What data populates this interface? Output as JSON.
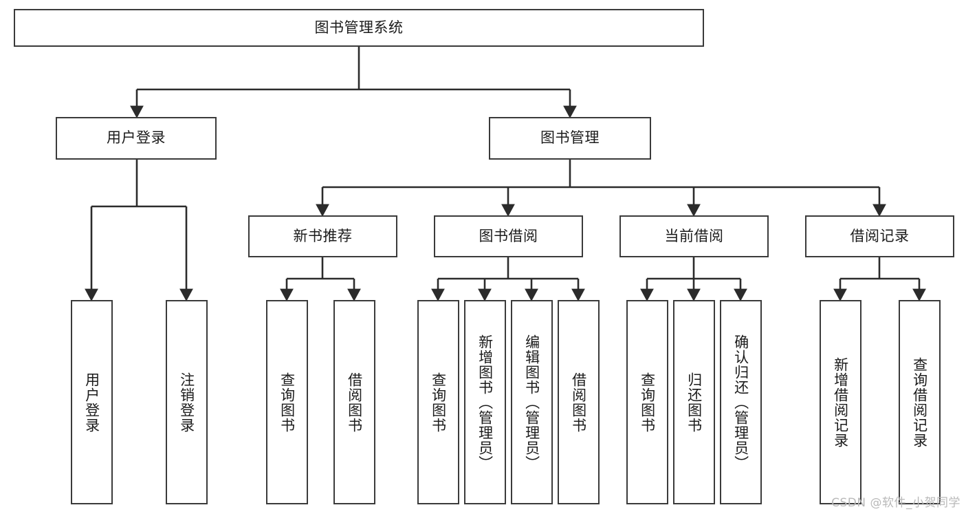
{
  "diagram": {
    "type": "tree-hierarchy-chart",
    "title": "图书管理系统",
    "watermark": "CSDN @软件_小贺同学",
    "colors": {
      "box_border": "#3a3a3a",
      "connector": "#2b2b2b",
      "background": "#ffffff",
      "text": "#1b1b1b",
      "watermark": "#b9b9b9"
    },
    "levels": {
      "root": {
        "label": "图书管理系统"
      },
      "level2": [
        {
          "id": "user-login",
          "label": "用户登录"
        },
        {
          "id": "book-manage",
          "label": "图书管理"
        }
      ],
      "level3": [
        {
          "id": "new-book-recommend",
          "label": "新书推荐"
        },
        {
          "id": "book-borrow",
          "label": "图书借阅"
        },
        {
          "id": "current-borrow",
          "label": "当前借阅"
        },
        {
          "id": "borrow-record",
          "label": "借阅记录"
        }
      ],
      "leaves": [
        {
          "id": "leaf-user-login",
          "label": "用户登录",
          "parent": "user-login"
        },
        {
          "id": "leaf-logout-login",
          "label": "注销登录",
          "parent": "user-login"
        },
        {
          "id": "leaf-query-book-1",
          "label": "查询图书",
          "parent": "new-book-recommend"
        },
        {
          "id": "leaf-borrow-book-1",
          "label": "借阅图书",
          "parent": "new-book-recommend"
        },
        {
          "id": "leaf-query-book-2",
          "label": "查询图书",
          "parent": "book-borrow"
        },
        {
          "id": "leaf-add-book",
          "label": "新增图书（管理员）",
          "parent": "book-borrow"
        },
        {
          "id": "leaf-edit-book",
          "label": "编辑图书（管理员）",
          "parent": "book-borrow"
        },
        {
          "id": "leaf-borrow-book-2",
          "label": "借阅图书",
          "parent": "book-borrow"
        },
        {
          "id": "leaf-query-book-3",
          "label": "查询图书",
          "parent": "current-borrow"
        },
        {
          "id": "leaf-return-book",
          "label": "归还图书",
          "parent": "current-borrow"
        },
        {
          "id": "leaf-confirm-return",
          "label": "确认归还（管理员）",
          "parent": "current-borrow"
        },
        {
          "id": "leaf-add-record",
          "label": "新增借阅记录",
          "parent": "borrow-record"
        },
        {
          "id": "leaf-query-record",
          "label": "查询借阅记录",
          "parent": "borrow-record"
        }
      ]
    }
  }
}
